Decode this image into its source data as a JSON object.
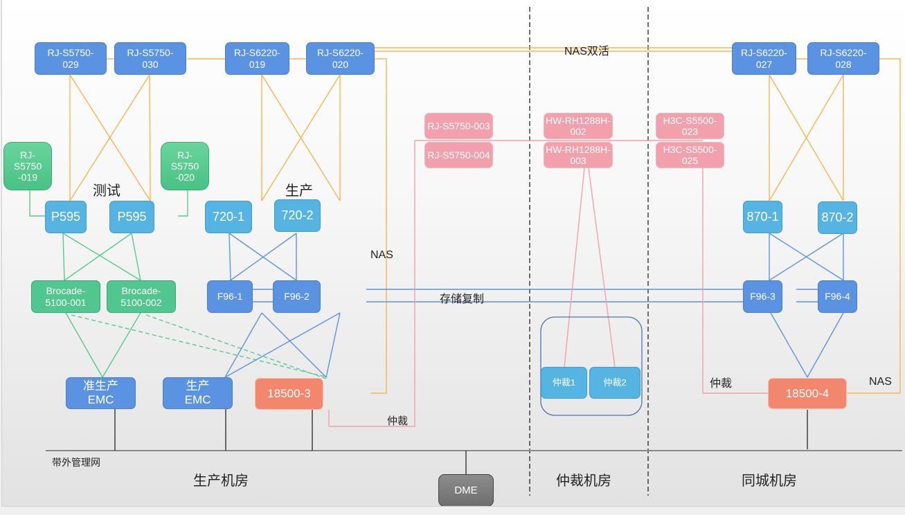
{
  "diagram": {
    "title": "双活数据中心网络拓扑",
    "zones": [
      {
        "id": "prod_room",
        "label": "生产机房"
      },
      {
        "id": "arb_room",
        "label": "仲裁机房"
      },
      {
        "id": "dr_room",
        "label": "同城机房"
      }
    ],
    "group_labels": {
      "test": "测试",
      "prod": "生产",
      "oob": "带外管理网"
    },
    "link_labels": {
      "nas_active_active": "NAS双活",
      "nas_left": "NAS",
      "nas_right": "NAS",
      "storage_replication": "存储复制",
      "arbitration_left": "仲裁",
      "arbitration_right": "仲裁"
    },
    "nodes": {
      "rj_s5750_029": "RJ-S5750-\n029",
      "rj_s5750_030": "RJ-S5750-\n030",
      "rj_s6220_019": "RJ-S6220-\n019",
      "rj_s6220_020": "RJ-S6220-\n020",
      "rj_s6220_027": "RJ-S6220-\n027",
      "rj_s6220_028": "RJ-S6220-\n028",
      "rj_s5750_019": "RJ-\nS5750\n-019",
      "rj_s5750_020": "RJ-\nS5750\n-020",
      "p595_1": "P595",
      "p595_2": "P595",
      "s720_1": "720-1",
      "s720_2": "720-2",
      "s870_1": "870-1",
      "s870_2": "870-2",
      "brocade_001": "Brocade-\n5100-001",
      "brocade_002": "Brocade-\n5100-002",
      "f96_1": "F96-1",
      "f96_2": "F96-2",
      "f96_3": "F96-3",
      "f96_4": "F96-4",
      "emc_preprod": "准生产\nEMC",
      "emc_prod": "生产\nEMC",
      "core_18500_3": "18500-3",
      "core_18500_4": "18500-4",
      "rj_s5750_003": "RJ-S5750-003",
      "rj_s5750_004": "RJ-S5750-004",
      "hw_rh1288h_002": "HW-RH1288H-\n002",
      "hw_rh1288h_003": "HW-RH1288H-\n003",
      "h3c_s5500_023": "H3C-S5500-\n023",
      "h3c_s5500_025": "H3C-S5500-\n025",
      "arbiter_1": "仲裁1",
      "arbiter_2": "仲裁2",
      "dme": "DME"
    },
    "colors": {
      "nas_link": "#f9b54f",
      "fc_link": "#5b93e3",
      "green_link": "#56c98f",
      "arb_link": "#f2a0ab",
      "mgmt_link": "#333333"
    }
  }
}
